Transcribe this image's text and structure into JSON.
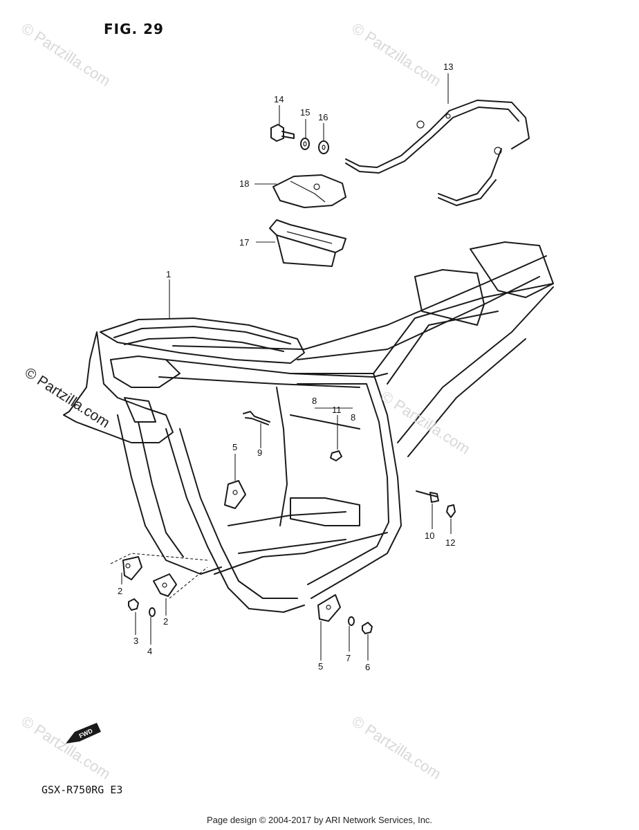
{
  "figure": {
    "title": "FIG. 29",
    "model": "GSX-R750RG E3"
  },
  "footer": "Page design © 2004-2017 by ARI Network Services, Inc.",
  "watermark": "© Partzilla.com",
  "fwd_arrow_label": "FWD",
  "callouts": {
    "c1": "1",
    "c2a": "2",
    "c2b": "2",
    "c3": "3",
    "c4": "4",
    "c5a": "5",
    "c5b": "5",
    "c6": "6",
    "c7": "7",
    "c8a": "8",
    "c8b": "8",
    "c9": "9",
    "c10": "10",
    "c11": "11",
    "c12": "12",
    "c13": "13",
    "c14": "14",
    "c15": "15",
    "c16": "16",
    "c17": "17",
    "c18": "18"
  }
}
